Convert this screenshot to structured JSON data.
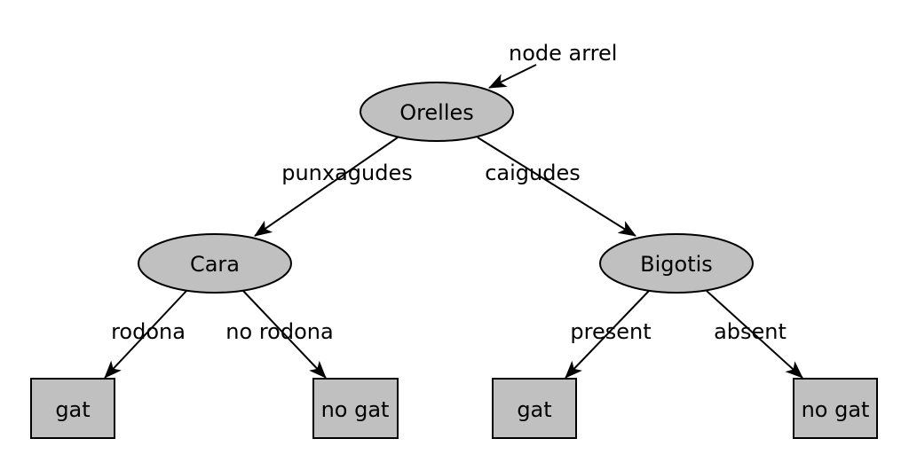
{
  "diagram": {
    "root_annotation": "node arrel",
    "nodes": {
      "root": "Orelles",
      "left": "Cara",
      "right": "Bigotis",
      "leaf_ll": "gat",
      "leaf_lr": "no gat",
      "leaf_rl": "gat",
      "leaf_rr": "no gat"
    },
    "edges": {
      "root_left": "punxagudes",
      "root_right": "caigudes",
      "left_ll": "rodona",
      "left_lr": "no rodona",
      "right_rl": "present",
      "right_rr": "absent"
    },
    "colors": {
      "node_fill": "#c0c0c0",
      "stroke": "#000000",
      "background": "#ffffff"
    }
  }
}
